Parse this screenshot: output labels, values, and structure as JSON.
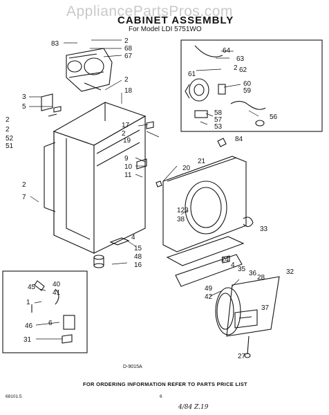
{
  "watermark": "AppliancePartsPros.com",
  "title": "CABINET ASSEMBLY",
  "model": "For Model LDI 5751WO",
  "diagram_code": "D-9015A",
  "footer_note": "FOR ORDERING INFORMATION REFER TO PARTS PRICE LIST",
  "catalog_code": "68101.5",
  "page_number": "6",
  "handwriting": "4/84 Z.19",
  "callouts": [
    "83",
    "2",
    "68",
    "67",
    "2",
    "18",
    "3",
    "5",
    "2",
    "2",
    "52",
    "51",
    "17",
    "2",
    "19",
    "9",
    "10",
    "11",
    "2",
    "7",
    "4",
    "15",
    "48",
    "16",
    "64",
    "63",
    "2",
    "62",
    "61",
    "60",
    "59",
    "58",
    "57",
    "53",
    "56",
    "84",
    "20",
    "21",
    "123",
    "38",
    "33",
    "24",
    "4",
    "35",
    "36",
    "28",
    "32",
    "37",
    "49",
    "42",
    "27",
    "45",
    "40",
    "41",
    "1",
    "46",
    "6",
    "31"
  ]
}
